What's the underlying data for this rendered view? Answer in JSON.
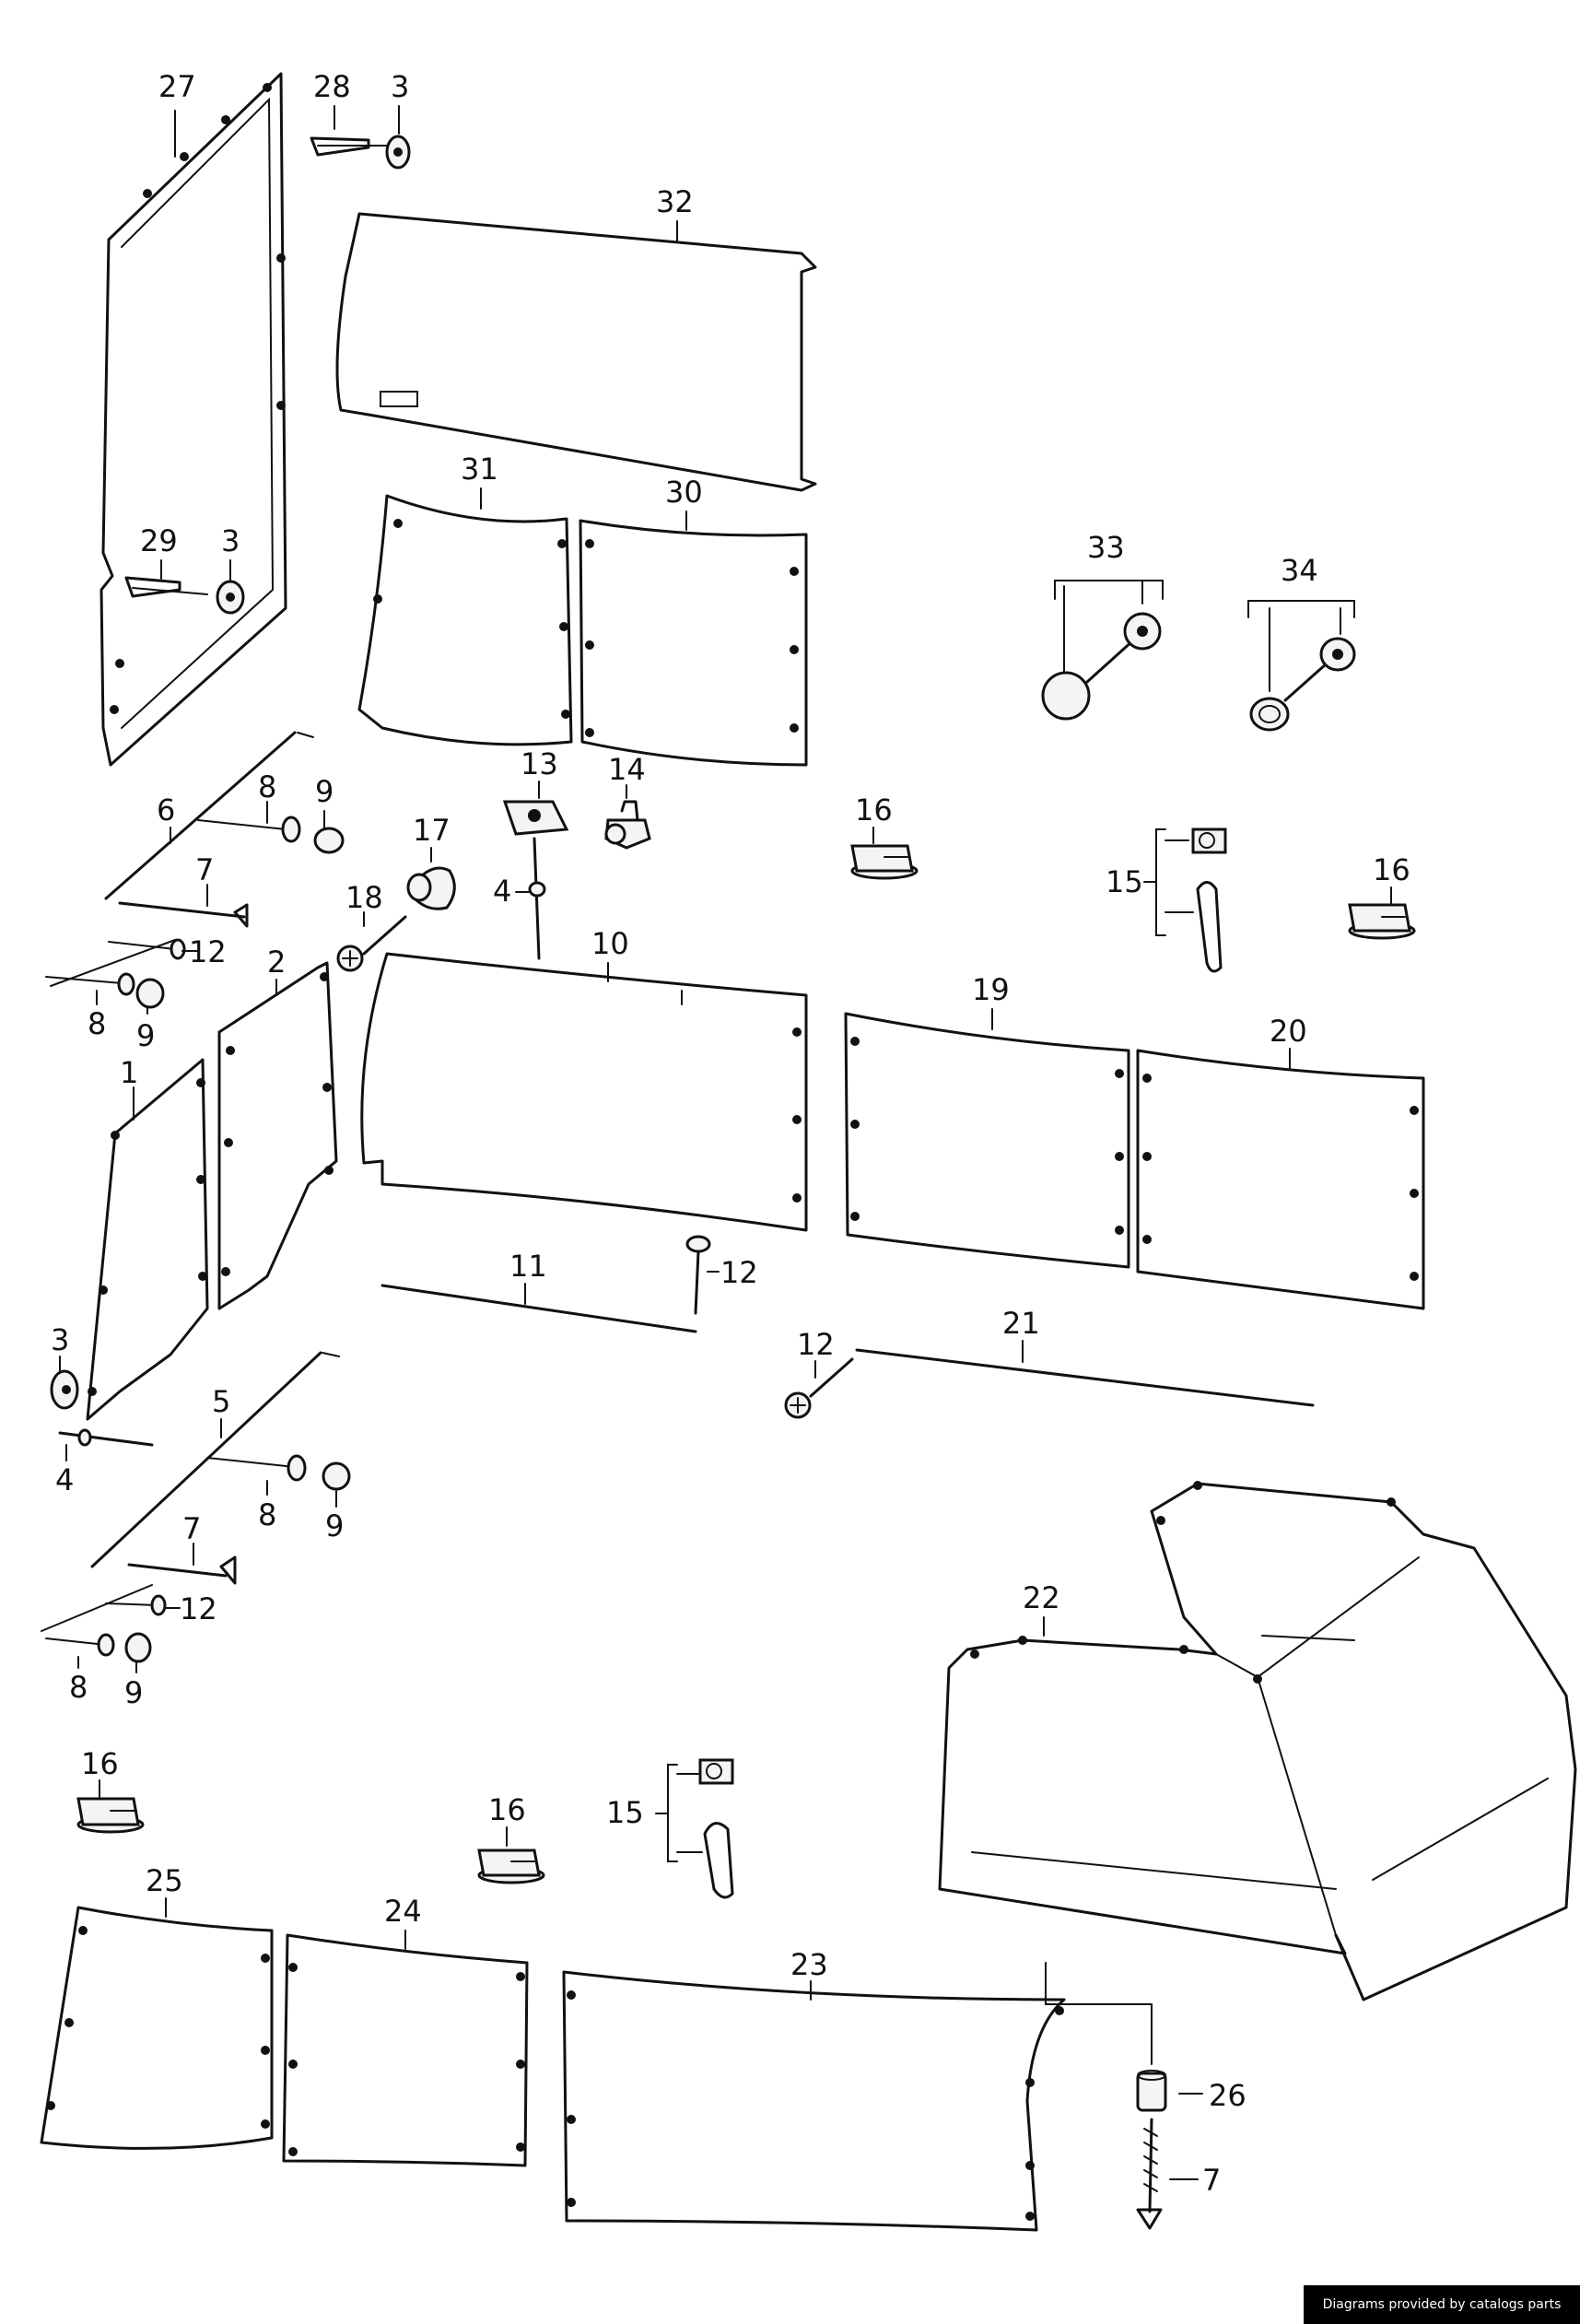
{
  "labels": {
    "p1": "1",
    "p2": "2",
    "p3a": "3",
    "p3b": "3",
    "p3c": "3",
    "p4a": "4",
    "p4b": "4",
    "p5": "5",
    "p6": "6",
    "p7a": "7",
    "p7b": "7",
    "p7c": "7",
    "p8a": "8",
    "p8b": "8",
    "p8c": "8",
    "p8d": "8",
    "p9a": "9",
    "p9b": "9",
    "p9c": "9",
    "p9d": "9",
    "p10": "10",
    "p11": "11",
    "p12a": "12",
    "p12b": "12",
    "p12c": "12",
    "p12d": "12",
    "p13": "13",
    "p14": "14",
    "p15a": "15",
    "p15b": "15",
    "p16a": "16",
    "p16b": "16",
    "p16c": "16",
    "p16d": "16",
    "p17": "17",
    "p18": "18",
    "p19": "19",
    "p20": "20",
    "p21": "21",
    "p22": "22",
    "p23": "23",
    "p24": "24",
    "p25": "25",
    "p26": "26",
    "p27": "27",
    "p28": "28",
    "p29": "29",
    "p30": "30",
    "p31": "31",
    "p32": "32",
    "p33": "33",
    "p34": "34"
  },
  "credit": "Diagrams provided by catalogs parts"
}
